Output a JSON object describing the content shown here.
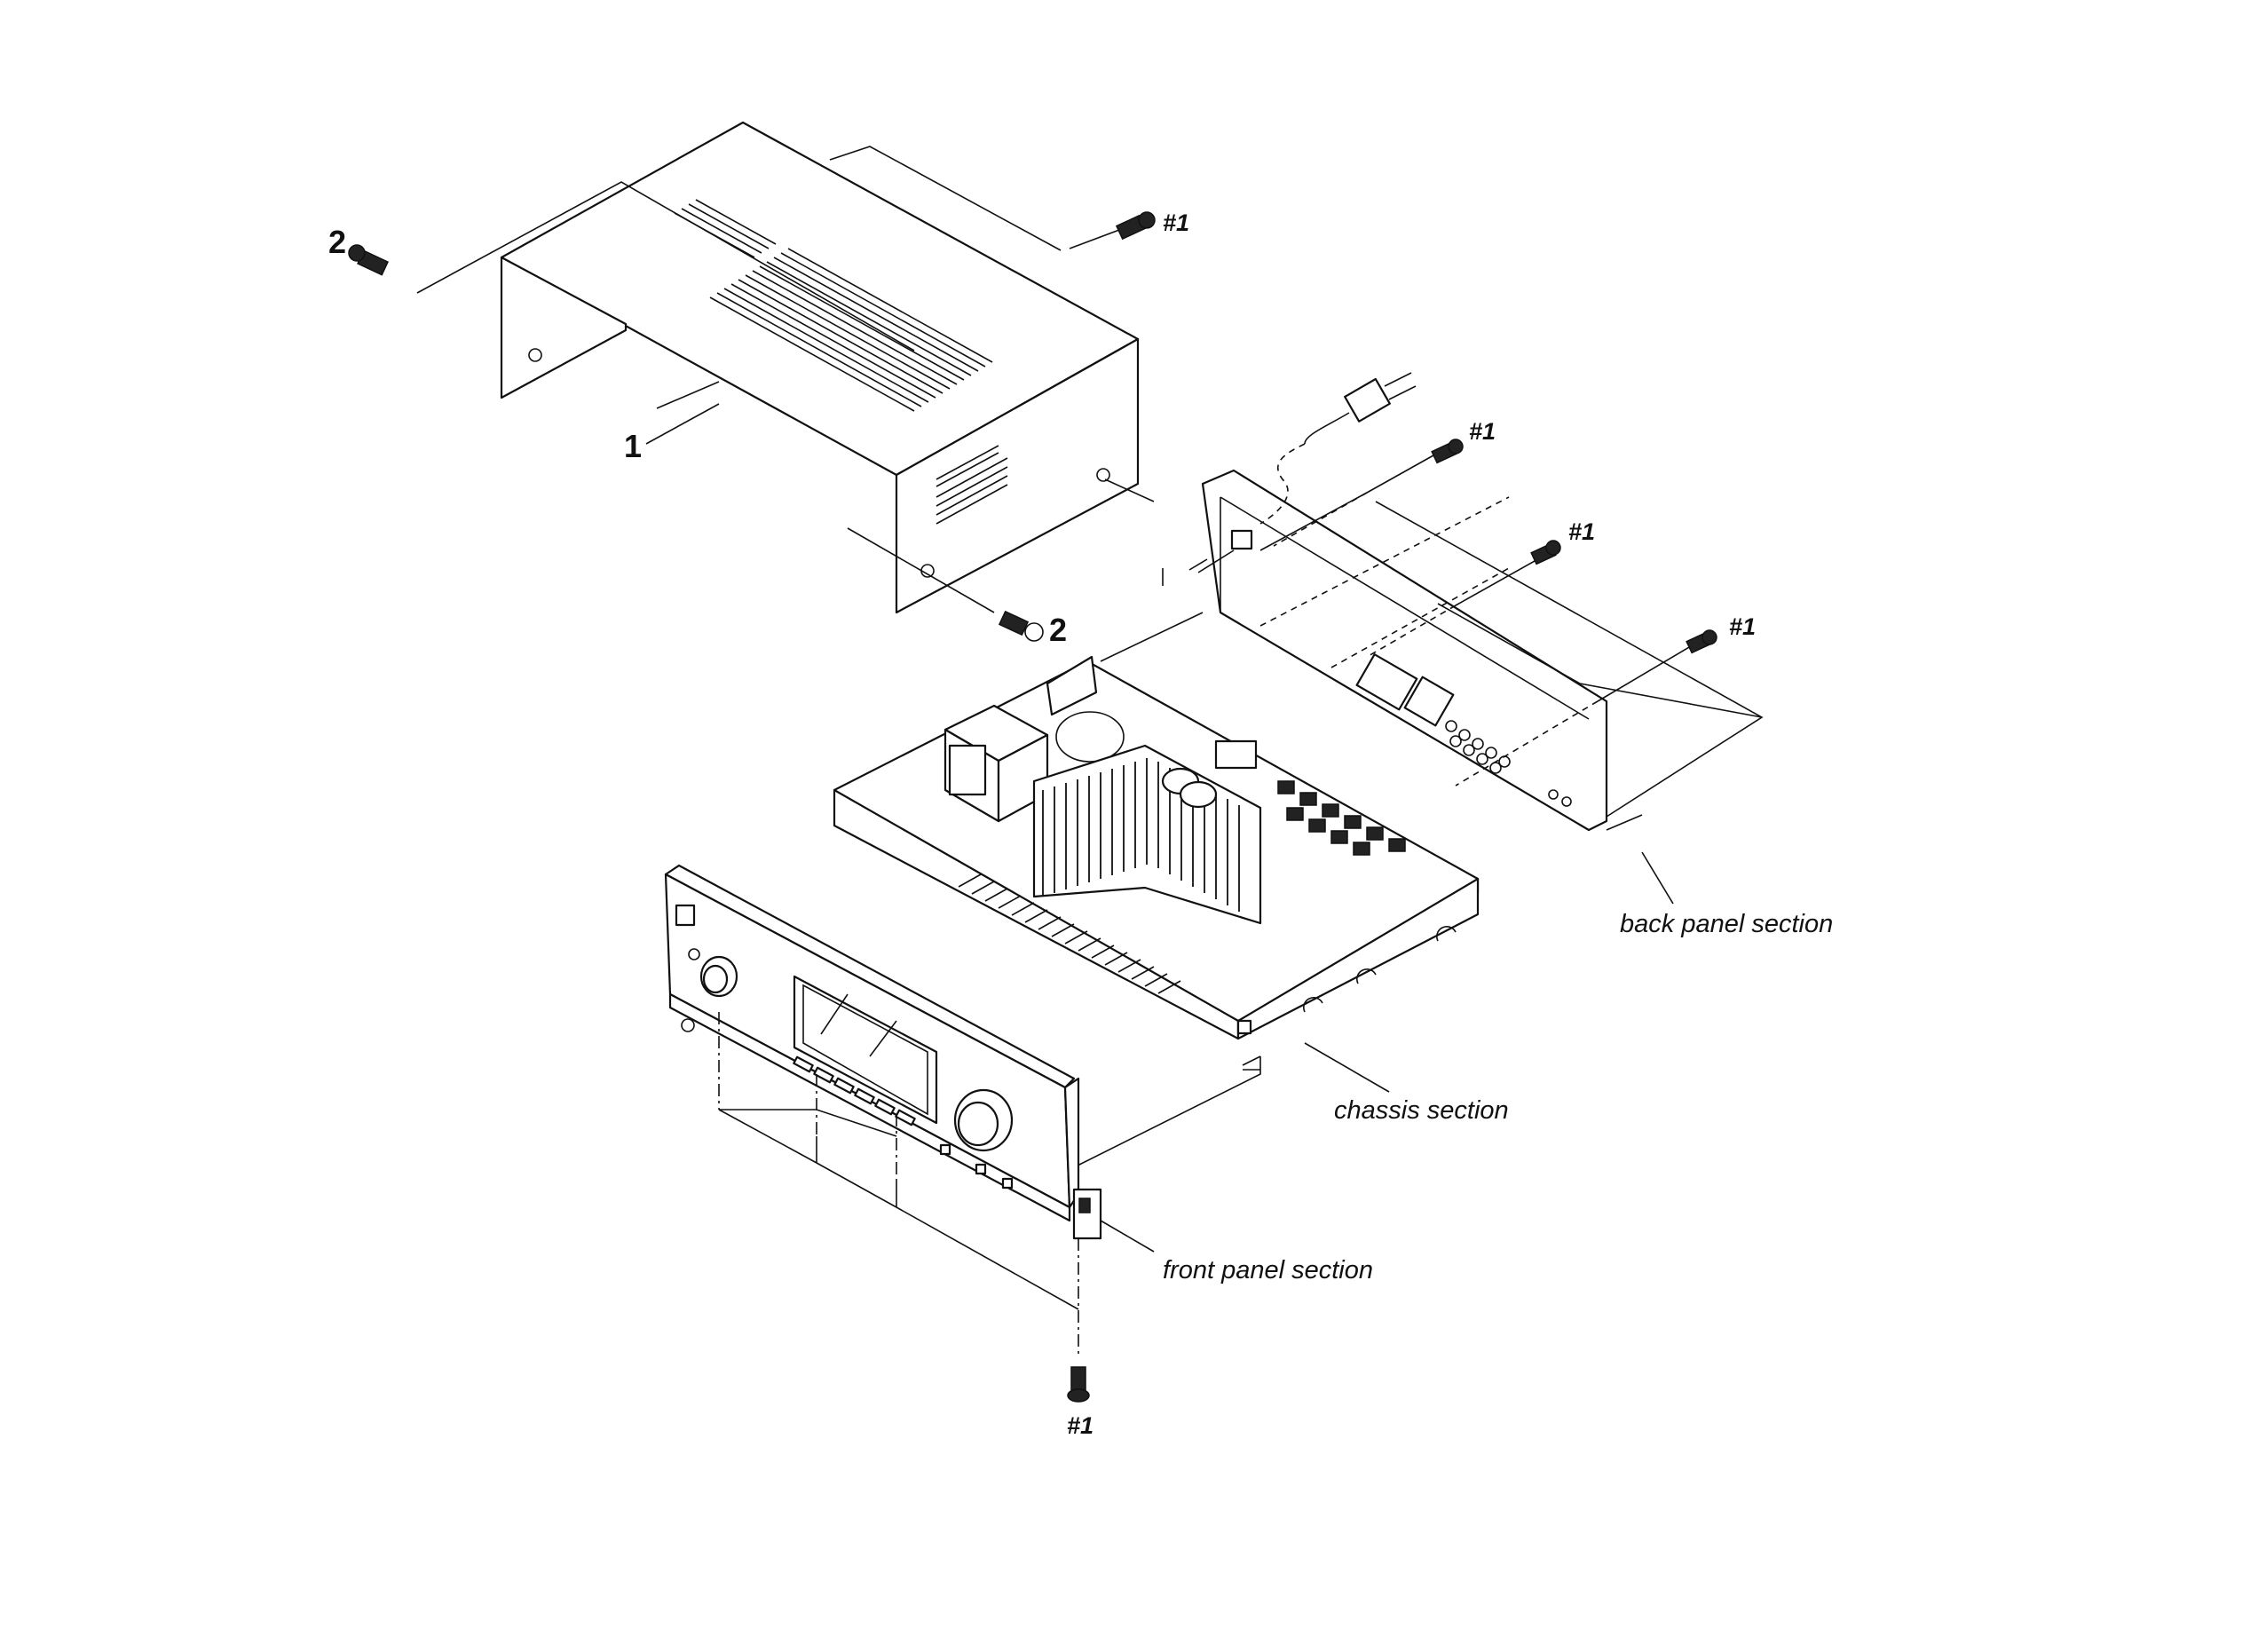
{
  "part_numbers": {
    "cover": "1",
    "side_screw_left": "2",
    "side_screw_right": "2"
  },
  "screw_refs": {
    "top_cover_screw": "#1",
    "back_panel_screw_a": "#1",
    "back_panel_screw_b": "#1",
    "back_panel_screw_c": "#1",
    "bottom_screw": "#1"
  },
  "sections": {
    "back_panel": "back panel section",
    "chassis": "chassis section",
    "front_panel": "front panel section"
  }
}
